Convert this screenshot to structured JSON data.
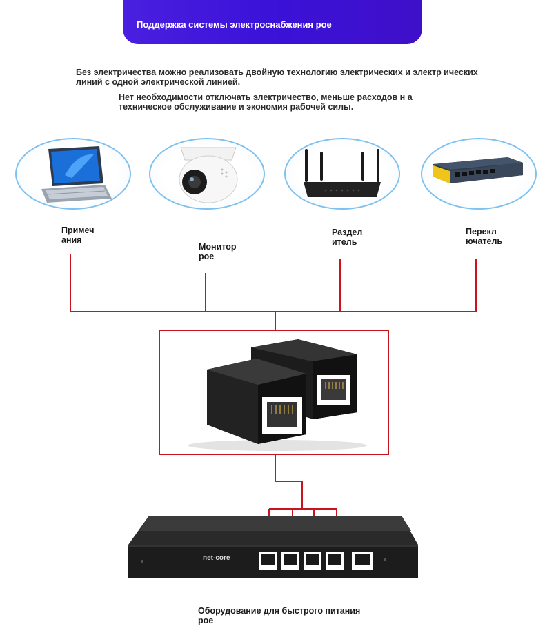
{
  "banner": {
    "title": "Поддержка системы электроснабжения рое"
  },
  "intro": {
    "paragraph1": "Без электричества можно реализовать двойную технологию электрических и электр ических линий с одной электрической линией.",
    "paragraph2": "Нет необходимости отключать электричество, меньше расходов н а техническое обслуживание и экономия рабочей силы."
  },
  "devices": [
    {
      "icon": "laptop-icon",
      "label": "Примеч ания"
    },
    {
      "icon": "security-camera-icon",
      "label": "Монитор рое"
    },
    {
      "icon": "router-icon",
      "label": "Раздел итель"
    },
    {
      "icon": "network-switch-icon",
      "label": "Перекл ючатель"
    }
  ],
  "coupler": {
    "icon": "rj45-coupler-icon"
  },
  "poe_switch": {
    "icon": "poe-switch-icon",
    "brand": "net-core",
    "label": "Оборудование для быстрого питания рое"
  },
  "colors": {
    "banner": "#3a12d8",
    "wire": "#c8141c",
    "device_border": "#7fc1ee"
  }
}
